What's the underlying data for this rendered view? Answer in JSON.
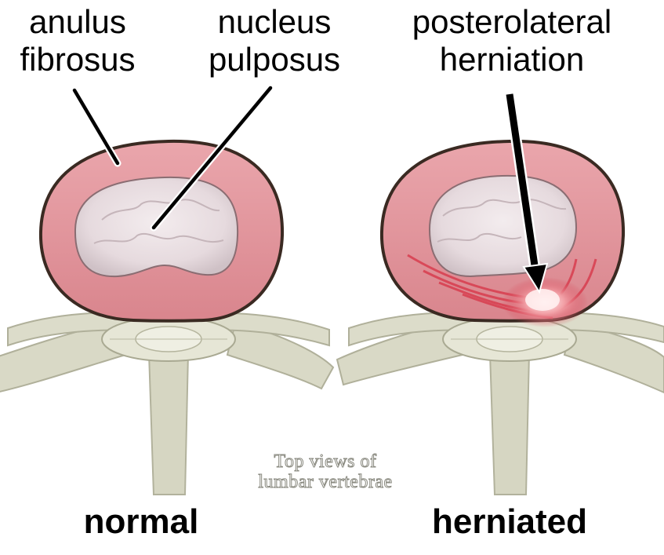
{
  "labels": {
    "anulus_line1": "anulus",
    "anulus_line2": "fibrosus",
    "nucleus_line1": "nucleus",
    "nucleus_line2": "pulposus",
    "herniation_line1": "posterolateral",
    "herniation_line2": "herniation"
  },
  "captions": {
    "left": "normal",
    "right": "herniated"
  },
  "watermark": {
    "line1": "Top views of",
    "line2": "lumbar vertebrae"
  },
  "colors": {
    "annulus": "#e59aa0",
    "annulus_inner": "#f2bcc0",
    "outline": "#3a2a22",
    "nucleus": "#e9dfe2",
    "nucleus_shade": "#cdbfc4",
    "bone": "#d8d8c4",
    "bone_shade": "#b9b9a2",
    "herniation_red": "#d8384a"
  }
}
